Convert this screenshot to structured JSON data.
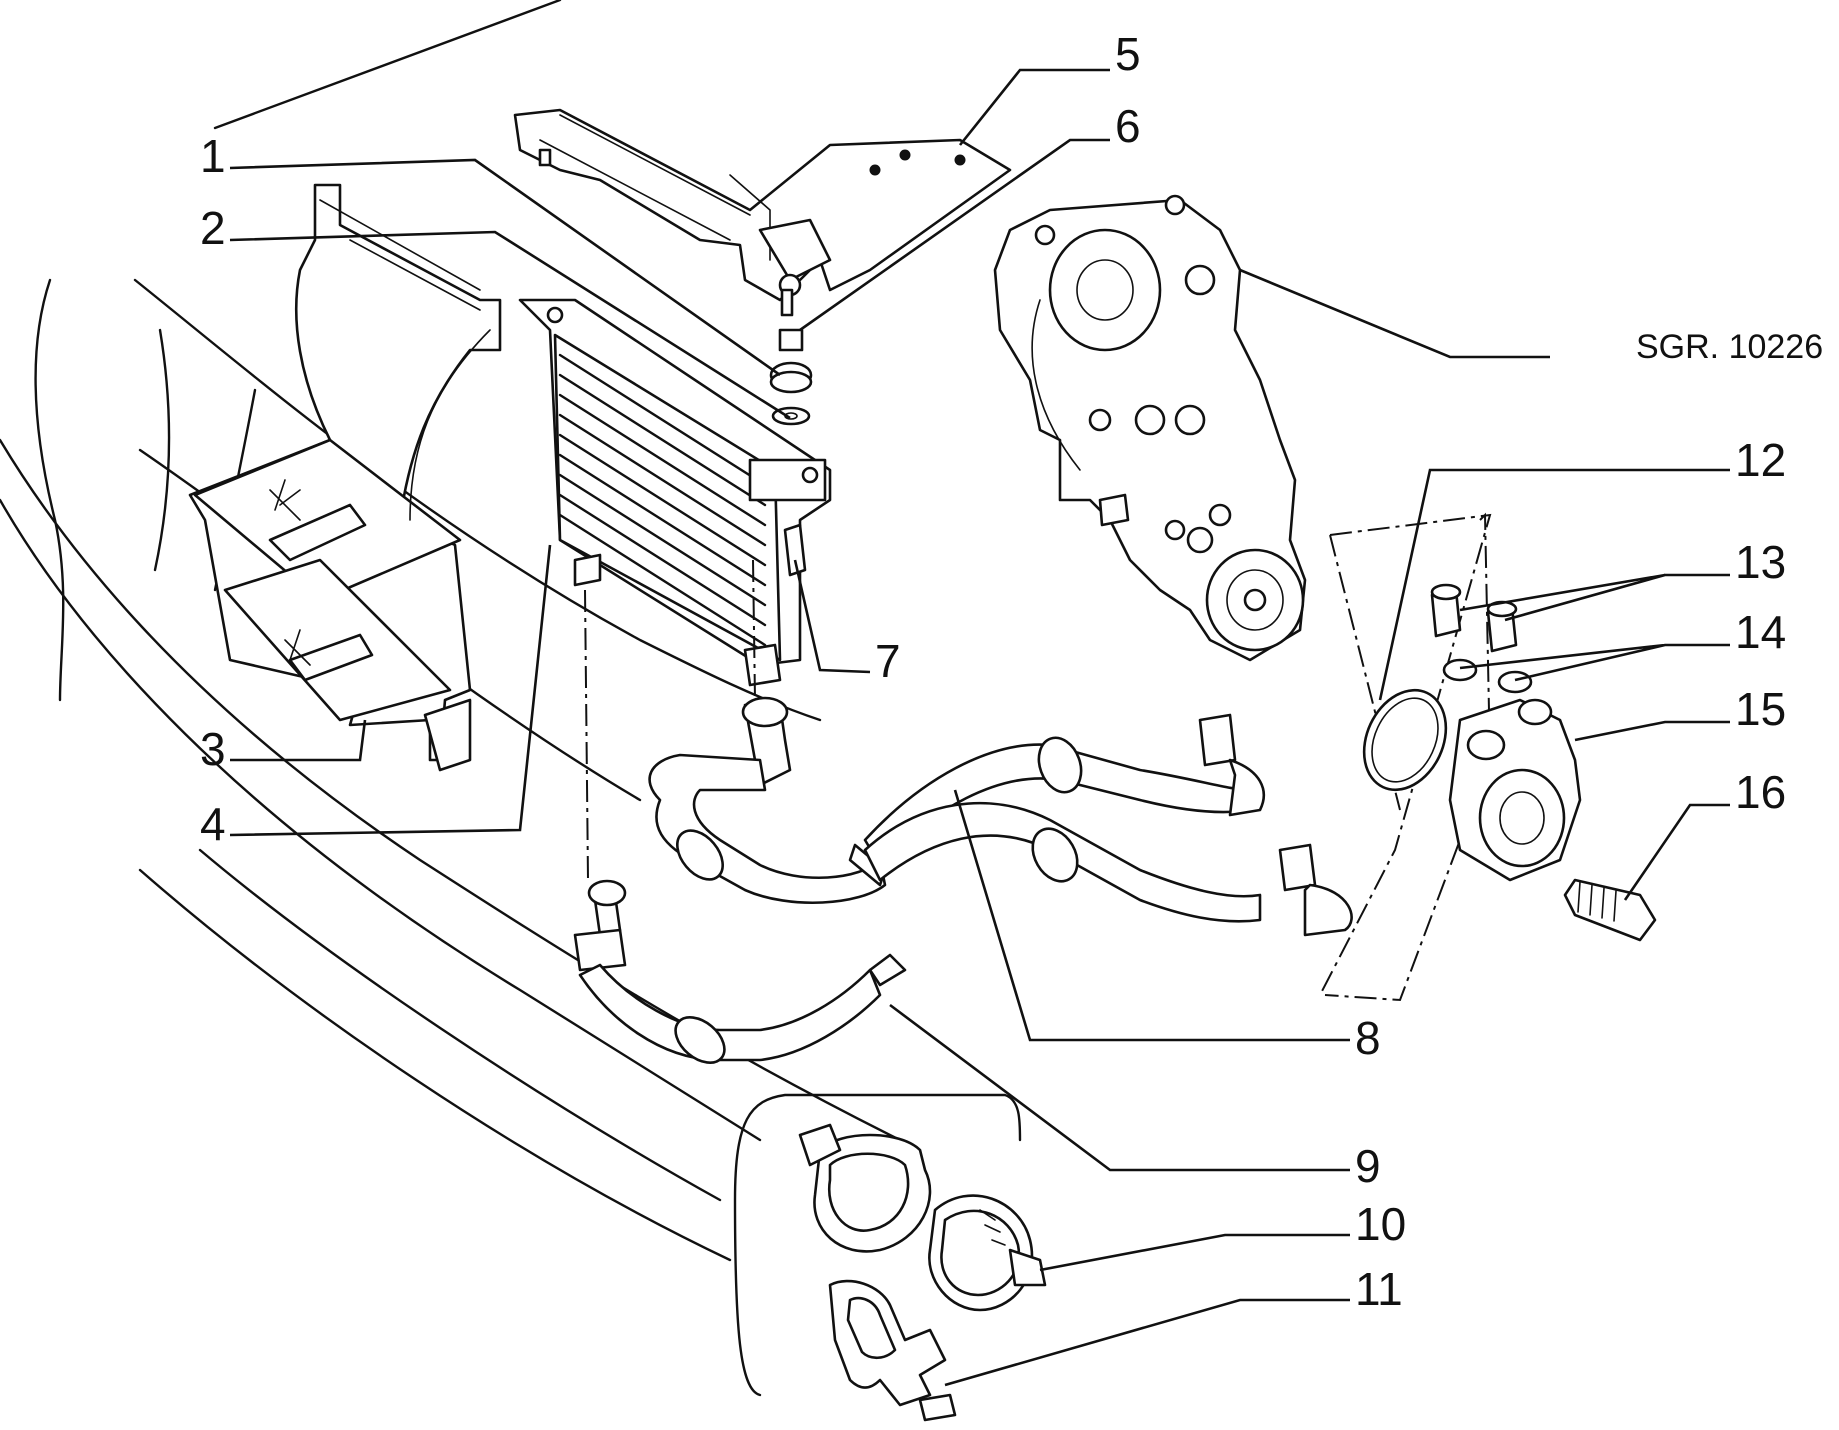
{
  "diagram": {
    "reference": "SGR. 10226",
    "callouts": [
      {
        "id": "1",
        "text": "1"
      },
      {
        "id": "2",
        "text": "2"
      },
      {
        "id": "3",
        "text": "3"
      },
      {
        "id": "4",
        "text": "4"
      },
      {
        "id": "5",
        "text": "5"
      },
      {
        "id": "6",
        "text": "6"
      },
      {
        "id": "7",
        "text": "7"
      },
      {
        "id": "8",
        "text": "8"
      },
      {
        "id": "9",
        "text": "9"
      },
      {
        "id": "10",
        "text": "10"
      },
      {
        "id": "11",
        "text": "11"
      },
      {
        "id": "12",
        "text": "12"
      },
      {
        "id": "13",
        "text": "13"
      },
      {
        "id": "14",
        "text": "14"
      },
      {
        "id": "15",
        "text": "15"
      },
      {
        "id": "16",
        "text": "16"
      }
    ]
  }
}
